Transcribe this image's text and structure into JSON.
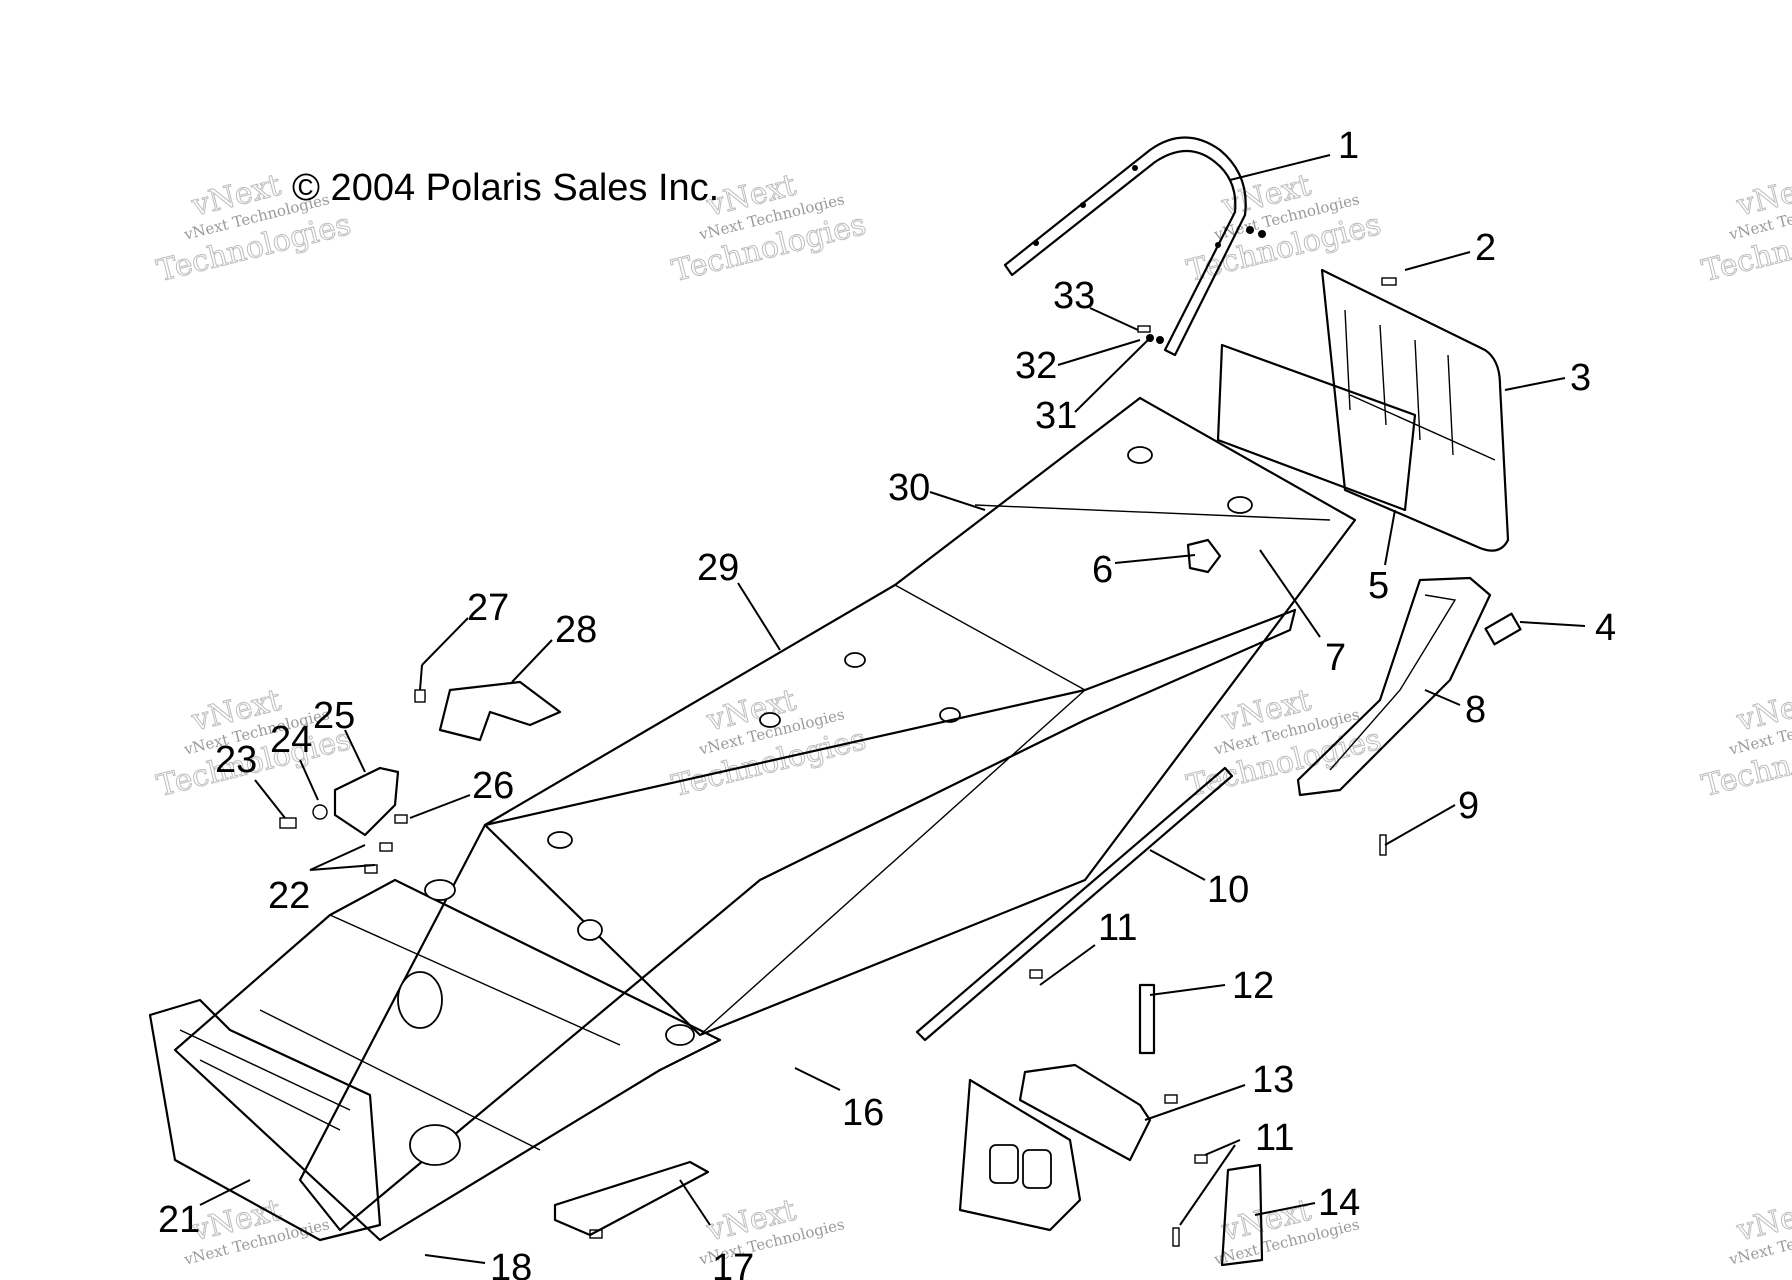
{
  "copyright": "© 2004 Polaris Sales Inc.",
  "watermark": {
    "line1": "vNext",
    "line2": "vNext Technologies",
    "line3": "Technologies"
  },
  "callouts": [
    "1",
    "2",
    "3",
    "4",
    "5",
    "6",
    "7",
    "8",
    "9",
    "10",
    "11",
    "12",
    "13",
    "11",
    "14",
    "16",
    "17",
    "18",
    "21",
    "22",
    "23",
    "24",
    "25",
    "26",
    "27",
    "28",
    "29",
    "30",
    "31",
    "32",
    "33"
  ],
  "colors": {
    "ink": "#000000",
    "watermark": "#9a9a9a",
    "background": "#ffffff"
  }
}
